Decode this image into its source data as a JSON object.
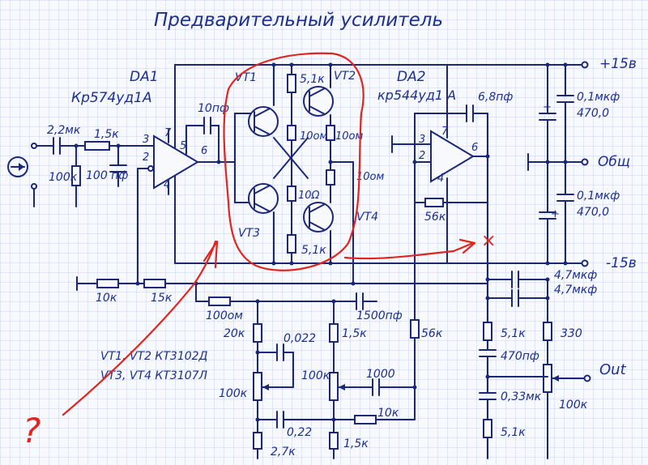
{
  "title": "Предварительный усилитель",
  "chips": {
    "da1_name": "DA1",
    "da1_type": "Кр574уд1А",
    "da2_name": "DA2",
    "da2_type": "кр544уд1 А"
  },
  "pins": {
    "da1_3": "3",
    "da1_7": "7",
    "da1_2": "2",
    "da1_5": "5",
    "da1_6": "6",
    "da1_4": "4",
    "da2_3": "3",
    "da2_7": "7",
    "da2_2": "2",
    "da2_6": "6",
    "da2_4": "4"
  },
  "transistors": {
    "vt1": "VT1",
    "vt2": "VT2",
    "vt3": "VT3",
    "vt4": "VT4",
    "note_line1": "VT1, VT2  КТ3102Д",
    "note_line2": "VT3, VT4  КТ3107Л"
  },
  "values": {
    "c_in": "2,2мк",
    "r_in": "1,5к",
    "r_gnd": "100к",
    "c_gnd": "100 пф",
    "c_da1": "10пф",
    "r_top": "5,1к",
    "r_e1": "10ом",
    "r_e2": "10ом",
    "r_e3": "10ом",
    "r_e4": "10Ω",
    "r_bot": "5,1к",
    "c_da2": "6,8пф",
    "r_fb2": "56к",
    "r_10k": "10к",
    "r_15k": "15к",
    "r_100om": "100ом",
    "c_1500": "1500пф",
    "r_20k": "20к",
    "c_022a": "0,022",
    "r_15k_b": "1,5к",
    "r_56k_b": "56к",
    "pot1": "100к",
    "pot2": "100к",
    "c_1000": "1000",
    "c_022b": "0,22",
    "r_10k_b": "10к",
    "r_27k": "2,7к",
    "r_15k_c": "1,5к",
    "c_01_top": "0,1мкф",
    "c_470_top": "470,0",
    "c_01_bot": "0,1мкф",
    "c_470_bot": "470,0",
    "c_47a": "4,7мкф",
    "c_47b": "4,7мкф",
    "r_51k_o": "5,1к",
    "r_330": "330",
    "c_470pf": "470пф",
    "c_033": "0,33мк",
    "pot_out": "100к",
    "r_51k_o2": "5,1к"
  },
  "rails": {
    "plus": "+15в",
    "common": "Общ",
    "minus": "-15в",
    "out": "Out"
  },
  "annotations": {
    "question": "?",
    "plus_sign": "+",
    "cross": "×"
  },
  "colors": {
    "ink": "#1b2778",
    "marker": "#e0251f",
    "grid": "#b9c8ea",
    "paper": "#f7f9fd"
  }
}
